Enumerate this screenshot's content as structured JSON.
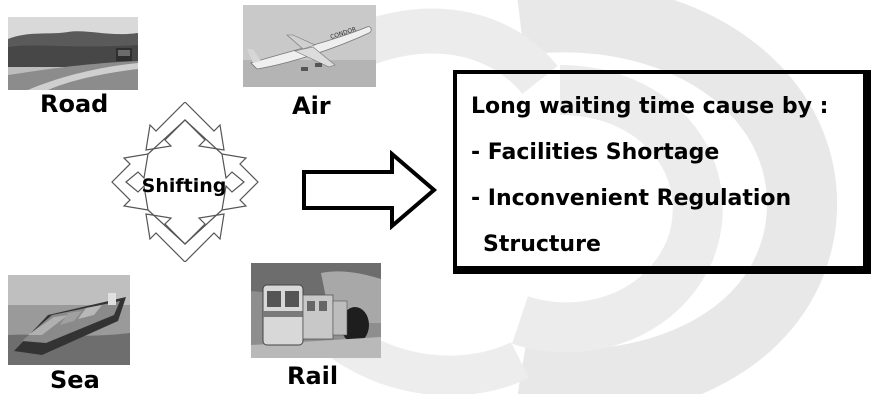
{
  "modes": {
    "road": "Road",
    "air": "Air",
    "sea": "Sea",
    "rail": "Rail"
  },
  "center": {
    "shifting": "Shifting"
  },
  "cause": {
    "title": "Long waiting time cause by :",
    "items": [
      "- Facilities Shortage",
      "- Inconvenient Regulation",
      "Structure"
    ]
  },
  "colors": {
    "watermark": "#e6e6e6",
    "text": "#000000"
  },
  "icons": [
    "road-photo",
    "air-photo",
    "sea-photo",
    "rail-photo",
    "right-arrow-icon"
  ]
}
